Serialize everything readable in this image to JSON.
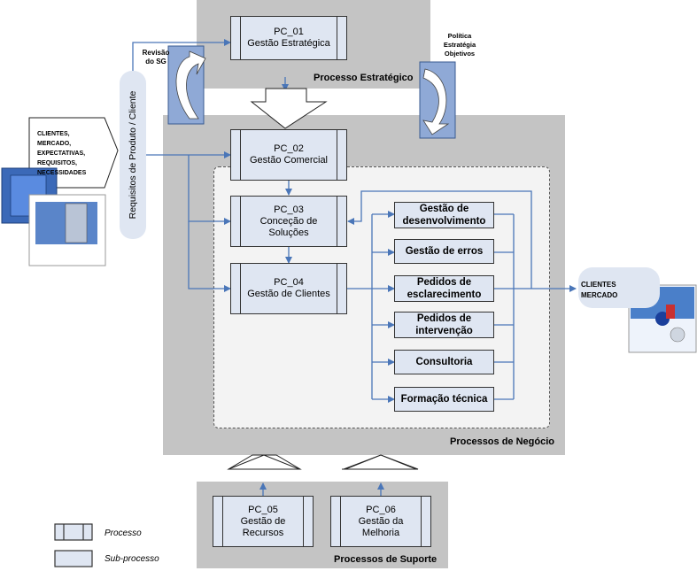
{
  "regions": {
    "strategic": "Processo Estratégico",
    "business": "Processos de Negócio",
    "support": "Processos de Suporte"
  },
  "processes": {
    "pc01": {
      "code": "PC_01",
      "name": "Gestão Estratégica"
    },
    "pc02": {
      "code": "PC_02",
      "name": "Gestão Comercial"
    },
    "pc03": {
      "code": "PC_03",
      "name1": "Conceção de",
      "name2": "Soluções"
    },
    "pc04": {
      "code": "PC_04",
      "name": "Gestão de Clientes"
    },
    "pc05": {
      "code": "PC_05",
      "name1": "Gestão de",
      "name2": "Recursos"
    },
    "pc06": {
      "code": "PC_06",
      "name1": "Gestão da",
      "name2": "Melhoria"
    }
  },
  "subprocesses": [
    {
      "line1": "Gestão de",
      "line2": "desenvolvimento"
    },
    {
      "line1": "Gestão de erros",
      "line2": ""
    },
    {
      "line1": "Pedidos de",
      "line2": "esclarecimento"
    },
    {
      "line1": "Pedidos de",
      "line2": "intervenção"
    },
    {
      "line1": "Consultoria",
      "line2": ""
    },
    {
      "line1": "Formação técnica",
      "line2": ""
    }
  ],
  "labels": {
    "revisao1": "Revisão",
    "revisao2": "do SG",
    "politica1": "Política",
    "politica2": "Estratégia",
    "politica3": "Objetivos",
    "requisitos": "Requisitos de Produto / Cliente",
    "input": [
      "CLIENTES,",
      "MERCADO,",
      "EXPECTATIVAS,",
      "REQUISITOS,",
      "NECESSIDADES"
    ],
    "output1": "CLIENTES",
    "output2": "MERCADO"
  },
  "legend": {
    "processo": "Processo",
    "subprocesso": "Sub-processo"
  },
  "colors": {
    "region": "#c4c4c4",
    "box_fill": "#dfe6f2",
    "connector": "#4a76b8",
    "arrow_fill": "#8fa9d6"
  }
}
